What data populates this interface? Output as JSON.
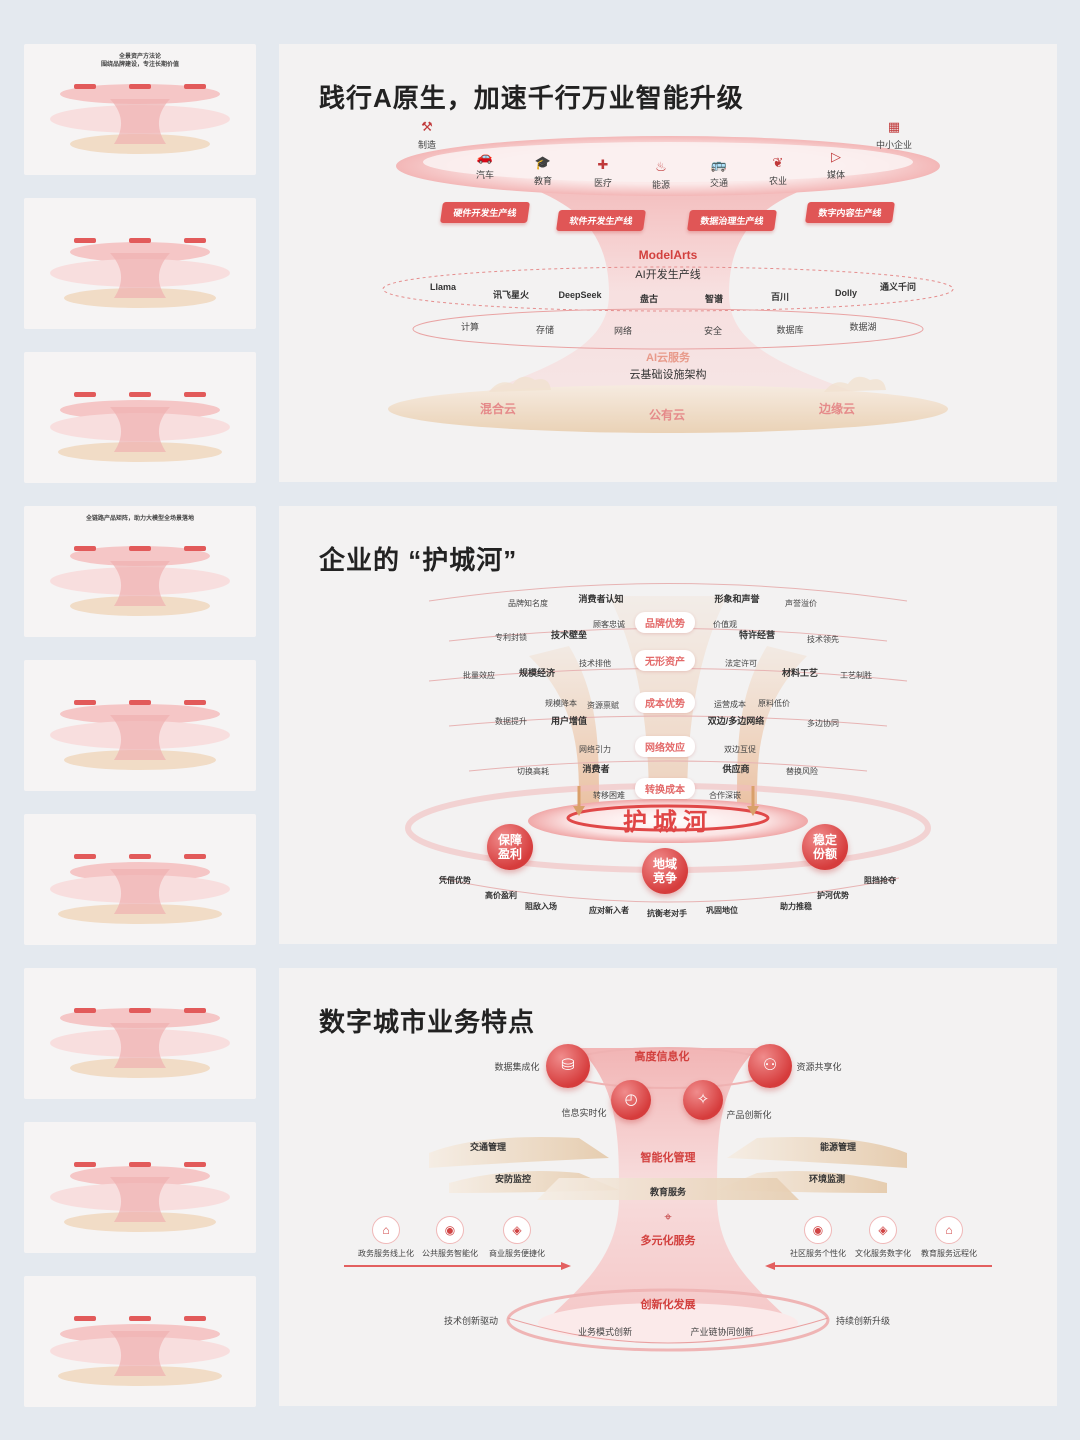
{
  "thumbnails": [
    {
      "caption_lines": [
        "全景资产方法论",
        "围绕品牌建设，专注长期价值"
      ]
    },
    {
      "caption_lines": []
    },
    {
      "caption_lines": []
    },
    {
      "caption_lines": [
        "全链路产品矩阵，助力大模型全场景落地"
      ]
    },
    {
      "caption_lines": []
    },
    {
      "caption_lines": []
    },
    {
      "caption_lines": []
    },
    {
      "caption_lines": []
    },
    {
      "caption_lines": []
    }
  ],
  "slide1": {
    "title": "践行A原生，加速千行万业智能升级",
    "industries": [
      {
        "label": "制造",
        "icon": "wrench-icon",
        "glyph": "⚒"
      },
      {
        "label": "汽车",
        "icon": "car-icon",
        "glyph": "🚗"
      },
      {
        "label": "教育",
        "icon": "graduation-icon",
        "glyph": "🎓"
      },
      {
        "label": "医疗",
        "icon": "medical-icon",
        "glyph": "✚"
      },
      {
        "label": "能源",
        "icon": "flame-icon",
        "glyph": "♨"
      },
      {
        "label": "交通",
        "icon": "bus-icon",
        "glyph": "🚌"
      },
      {
        "label": "农业",
        "icon": "sprout-icon",
        "glyph": "❦"
      },
      {
        "label": "媒体",
        "icon": "play-icon",
        "glyph": "▷"
      },
      {
        "label": "中小企业",
        "icon": "building-icon",
        "glyph": "▦"
      }
    ],
    "production_lines": [
      "硬件开发生产线",
      "软件开发生产线",
      "数据治理生产线",
      "数字内容生产线"
    ],
    "platform_name": "ModelArts",
    "platform_sub": "AI开发生产线",
    "models": [
      "Llama",
      "讯飞星火",
      "DeepSeek",
      "盘古",
      "智谱",
      "百川",
      "Dolly",
      "通义千问"
    ],
    "infra_items": [
      "计算",
      "存储",
      "网络",
      "安全",
      "数据库",
      "数据湖"
    ],
    "cloud_service": "AI云服务",
    "cloud_sub": "云基础设施架构",
    "clouds": [
      "混合云",
      "公有云",
      "边缘云"
    ]
  },
  "slide2": {
    "title": "企业的 “护城河”",
    "center_tags": [
      "品牌优势",
      "无形资产",
      "成本优势",
      "网络效应",
      "转换成本"
    ],
    "moat_label": "护城河",
    "left_groups": [
      {
        "main": "消费者认知",
        "sub": [
          "品牌知名度",
          "顾客忠诚"
        ]
      },
      {
        "main": "技术壁垒",
        "sub": [
          "专利封锁",
          "技术排他"
        ]
      },
      {
        "main": "规模经济",
        "sub": [
          "批量效应",
          "规模降本",
          "资源禀赋"
        ]
      },
      {
        "main": "用户增值",
        "sub": [
          "数据提升",
          "网络引力"
        ]
      },
      {
        "main": "消费者",
        "sub": [
          "切换高耗",
          "转移困难"
        ]
      }
    ],
    "right_groups": [
      {
        "main": "形象和声誉",
        "sub": [
          "声誉溢价",
          "价值观"
        ]
      },
      {
        "main": "特许经营",
        "sub": [
          "技术领先",
          "法定许可"
        ]
      },
      {
        "main": "材料工艺",
        "sub": [
          "工艺制胜",
          "运营成本",
          "原料低价"
        ]
      },
      {
        "main": "双边/多边网络",
        "sub": [
          "多边协同",
          "双边互促"
        ]
      },
      {
        "main": "供应商",
        "sub": [
          "替换风险",
          "合作深嵌"
        ]
      }
    ],
    "balls": [
      "保障\n盈利",
      "地域\n竞争",
      "稳定\n份额"
    ],
    "ball_lines": [
      [
        "保障",
        "盈利"
      ],
      [
        "地域",
        "竞争"
      ],
      [
        "稳定",
        "份额"
      ]
    ],
    "bottom_labels": [
      "凭借优势",
      "高价盈利",
      "阻敌入场",
      "应对新入者",
      "抗衡老对手",
      "巩固地位",
      "助力推稳",
      "护河优势",
      "阻挡抢夺"
    ]
  },
  "slide3": {
    "title": "数字城市业务特点",
    "top_label": "高度信息化",
    "top_items": [
      "数据集成化",
      "资源共享化",
      "信息实时化",
      "产品创新化"
    ],
    "mid_label": "智能化管理",
    "mid_left": [
      "交通管理",
      "安防监控"
    ],
    "mid_right": [
      "能源管理",
      "环境监测"
    ],
    "mid_center": "教育服务",
    "service_label": "多元化服务",
    "service_left": [
      "政务服务线上化",
      "公共服务智能化",
      "商业服务便捷化"
    ],
    "service_right": [
      "社区服务个性化",
      "文化服务数字化",
      "教育服务远程化"
    ],
    "bottom_label": "创新化发展",
    "bottom_items": [
      "技术创新驱动",
      "业务模式创新",
      "产业链协同创新",
      "持续创新升级"
    ]
  },
  "colors": {
    "accent": "#d84343",
    "pale": "#f6d6d6",
    "gold": "#e8c9a8"
  }
}
